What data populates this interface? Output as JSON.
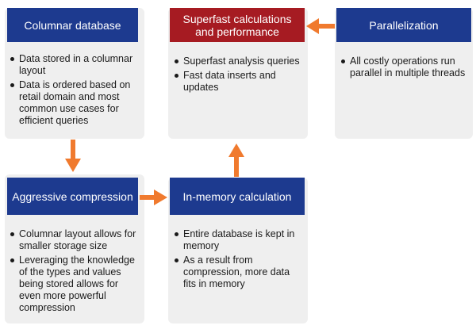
{
  "nodes": {
    "columnar": {
      "title": "Columnar database",
      "bullets": [
        "Data stored in a columnar layout",
        "Data is ordered based on retail domain and most common use cases for efficient queries"
      ]
    },
    "superfast": {
      "title": "Superfast calculations and performance",
      "bullets": [
        "Superfast analysis queries",
        "Fast data inserts and updates"
      ]
    },
    "parallel": {
      "title": "Parallelization",
      "bullets": [
        "All costly operations run parallel in multiple threads"
      ]
    },
    "compression": {
      "title": "Aggressive compression",
      "bullets": [
        "Columnar layout allows for smaller storage size",
        "Leveraging the knowledge of the types and values being stored allows for even more powerful compression"
      ]
    },
    "inmemory": {
      "title": "In-memory calculation",
      "bullets": [
        "Entire database is kept in memory",
        "As a result from compression, more data fits in memory"
      ]
    }
  },
  "colors": {
    "header_blue": "#1d3a8f",
    "header_red": "#a61b22",
    "arrow": "#f07a2e",
    "card": "#efefef"
  }
}
